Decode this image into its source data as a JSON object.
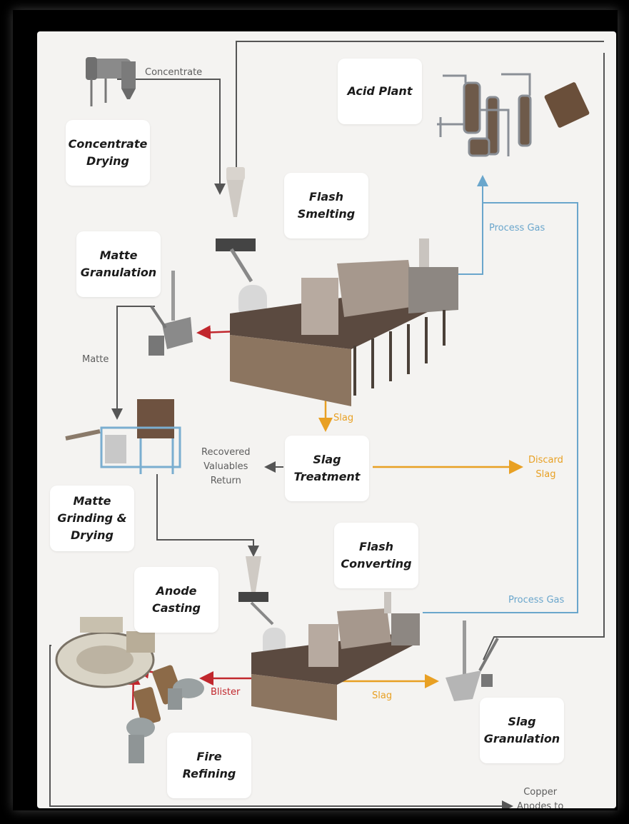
{
  "stages": {
    "concentrate_drying": "Concentrate\nDrying",
    "acid_plant": "Acid Plant",
    "flash_smelting": "Flash\nSmelting",
    "matte_granulation": "Matte\nGranulation",
    "slag_treatment": "Slag\nTreatment",
    "matte_grinding": "Matte\nGrinding &\nDrying",
    "flash_converting": "Flash\nConverting",
    "anode_casting": "Anode\nCasting",
    "slag_granulation": "Slag\nGranulation",
    "fire_refining": "Fire\nRefining"
  },
  "flows": {
    "concentrate": "Concentrate",
    "process_gas_1": "Process Gas",
    "matte": "Matte",
    "slag_1": "Slag",
    "recovered": "Recovered\nValuables\nReturn",
    "discard_slag": "Discard\nSlag",
    "process_gas_2": "Process Gas",
    "blister": "Blister",
    "slag_2": "Slag",
    "copper_anodes": "Copper\nAnodes to"
  },
  "colors": {
    "grey_line": "#555555",
    "orange": "#e8a023",
    "blue": "#6aa6cc",
    "red": "#c1272d"
  }
}
